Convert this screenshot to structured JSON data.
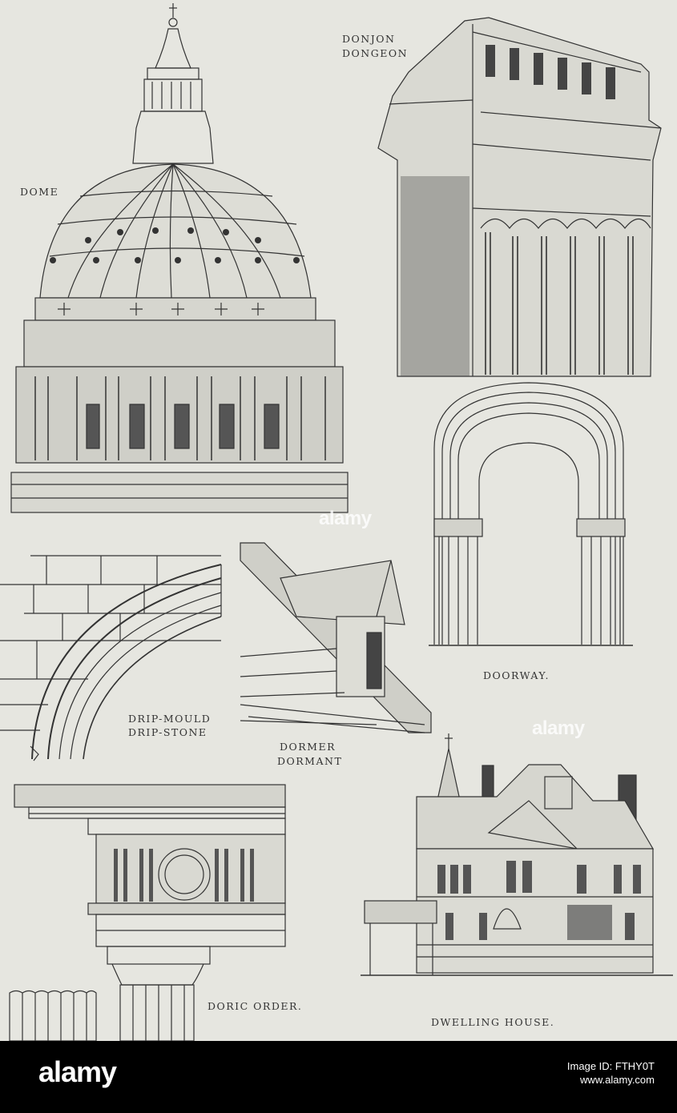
{
  "captions": {
    "dome": "DOME",
    "donjon": "DONJON",
    "dongeon": "DONGEON",
    "doorway": "DOORWAY.",
    "drip_mould": "DRIP-MOULD",
    "drip_stone": "DRIP-STONE",
    "dormer": "DORMER",
    "dormant": "DORMANT",
    "doric_order": "DORIC ORDER.",
    "dwelling_house": "DWELLING HOUSE."
  },
  "watermark": {
    "text": "alamy"
  },
  "footer": {
    "logo": "alamy",
    "image_id": "Image ID: FTHY0T",
    "url": "www.alamy.com"
  },
  "colors": {
    "paper": "#e6e6e0",
    "ink": "#333333",
    "footer": "#000000"
  }
}
